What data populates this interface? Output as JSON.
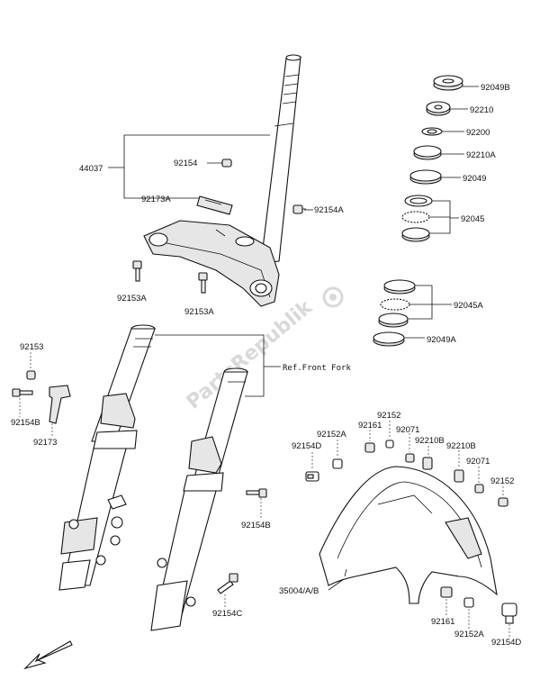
{
  "labels": {
    "l44037": "44037",
    "l92154": "92154",
    "l92173A": "92173A",
    "l92154A": "92154A",
    "l92153A_1": "92153A",
    "l92153A_2": "92153A",
    "l92049B": "92049B",
    "l92210": "92210",
    "l92200": "92200",
    "l92210A": "92210A",
    "l92049": "92049",
    "l92045": "92045",
    "l92045A": "92045A",
    "l92049A": "92049A",
    "l92153": "92153",
    "l92154B_left": "92154B",
    "l92173": "92173",
    "refFork": "Ref.Front Fork",
    "l92154B": "92154B",
    "l92154C": "92154C",
    "l92152": "92152",
    "l92161_top": "92161",
    "l92071_top": "92071",
    "l92152A_top": "92152A",
    "l92154D_top": "92154D",
    "l92210B_1": "92210B",
    "l92210B_2": "92210B",
    "l92071_r": "92071",
    "l92152_r": "92152",
    "l35004": "35004/A/B",
    "l92161_bot": "92161",
    "l92152A_bot": "92152A",
    "l92154D_bot": "92154D"
  },
  "watermark": "PartsRepublik",
  "icons": {
    "direction_arrow": "front-direction-arrow-icon"
  },
  "colors": {
    "line": "#111111",
    "watermark": "#d9d9d9",
    "background": "#ffffff"
  }
}
